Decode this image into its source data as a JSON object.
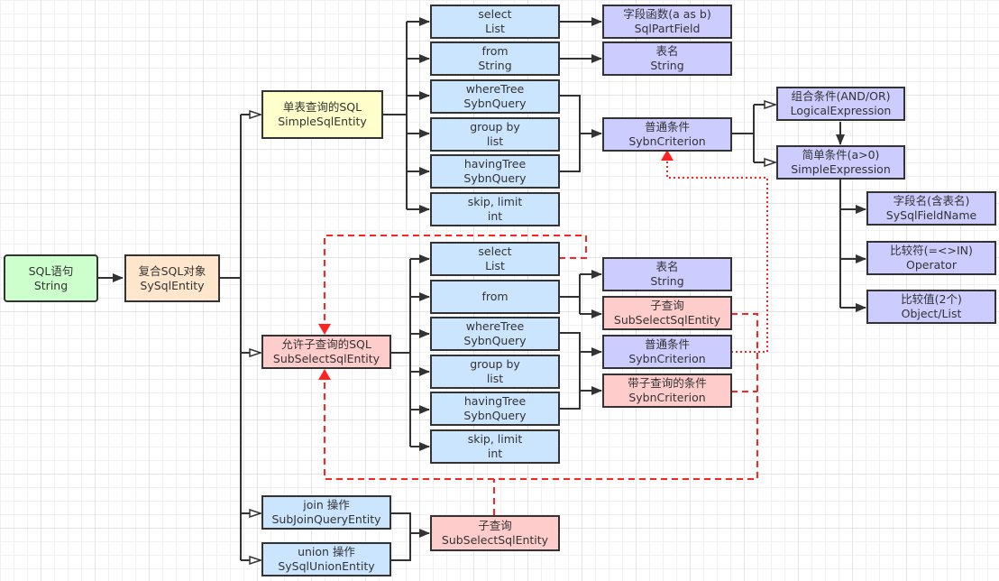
{
  "diagram": {
    "colors": {
      "line": "#333333",
      "dependency": "#ff0000",
      "green": "#ccffcc",
      "peach": "#ffe6cc",
      "yellow": "#ffffcc",
      "blue": "#cce5ff",
      "purple": "#ccccff",
      "pink": "#ffcccc"
    },
    "nodes": {
      "sql_string": {
        "line1": "SQL语句",
        "line2": "String"
      },
      "sysql_entity": {
        "line1": "复合SQL对象",
        "line2": "SySqlEntity"
      },
      "simple_sql": {
        "line1": "单表查询的SQL",
        "line2": "SimpleSqlEntity"
      },
      "s_select": {
        "line1": "select",
        "line2": "List"
      },
      "s_from": {
        "line1": "from",
        "line2": "String"
      },
      "s_where": {
        "line1": "whereTree",
        "line2": "SybnQuery"
      },
      "s_group": {
        "line1": "group by",
        "line2": "list"
      },
      "s_having": {
        "line1": "havingTree",
        "line2": "SybnQuery"
      },
      "s_skip": {
        "line1": "skip, limit",
        "line2": "int"
      },
      "part_field": {
        "line1": "字段函数(a as b)",
        "line2": "SqlPartField"
      },
      "table_name": {
        "line1": "表名",
        "line2": "String"
      },
      "criterion": {
        "line1": "普通条件",
        "line2": "SybnCriterion"
      },
      "logical": {
        "line1": "组合条件(AND/OR)",
        "line2": "LogicalExpression"
      },
      "simple_expr": {
        "line1": "简单条件(a>0)",
        "line2": "SimpleExpression"
      },
      "field_name": {
        "line1": "字段名(含表名)",
        "line2": "SySqlFieldName"
      },
      "operator": {
        "line1": "比较符(=<>IN)",
        "line2": "Operator"
      },
      "value": {
        "line1": "比较值(2个)",
        "line2": "Object/List"
      },
      "subselect_sql": {
        "line1": "允许子查询的SQL",
        "line2": "SubSelectSqlEntity"
      },
      "u_select": {
        "line1": "select",
        "line2": "List"
      },
      "u_from": {
        "line1": "from"
      },
      "u_where": {
        "line1": "whereTree",
        "line2": "SybnQuery"
      },
      "u_group": {
        "line1": "group by",
        "line2": "list"
      },
      "u_having": {
        "line1": "havingTree",
        "line2": "SybnQuery"
      },
      "u_skip": {
        "line1": "skip, limit",
        "line2": "int"
      },
      "u_table_name": {
        "line1": "表名",
        "line2": "String"
      },
      "u_subquery": {
        "line1": "子查询",
        "line2": "SubSelectSqlEntity"
      },
      "u_criterion": {
        "line1": "普通条件",
        "line2": "SybnCriterion"
      },
      "u_sub_criterion": {
        "line1": "带子查询的条件",
        "line2": "SybnCriterion"
      },
      "join": {
        "line1": "join 操作",
        "line2": "SubJoinQueryEntity"
      },
      "union": {
        "line1": "union 操作",
        "line2": "SySqlUnionEntity"
      },
      "bottom_subquery": {
        "line1": "子查询",
        "line2": "SubSelectSqlEntity"
      }
    }
  }
}
